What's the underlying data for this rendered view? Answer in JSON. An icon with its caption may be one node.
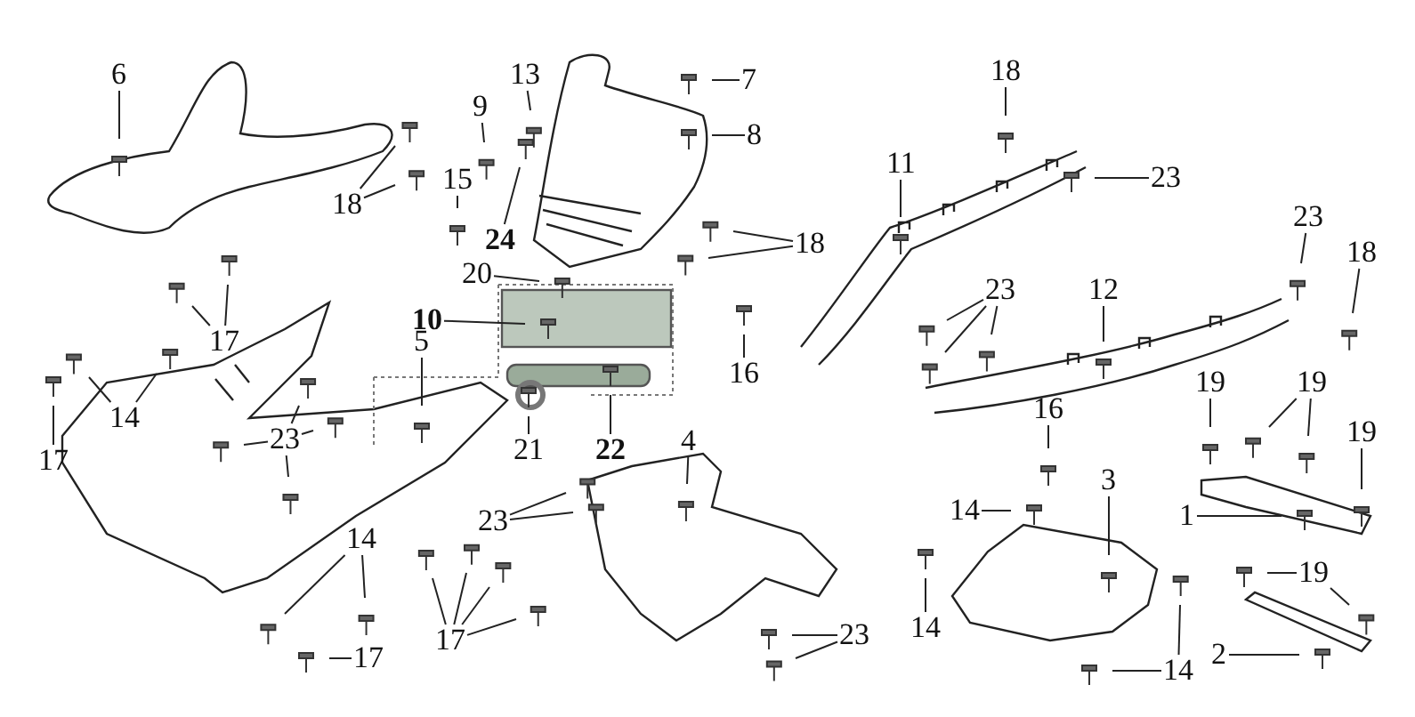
{
  "diagram": {
    "nodes": [
      {
        "text": [
          "13"
        ]
      },
      {
        "text": [
          "7"
        ]
      },
      {
        "text": [
          "18"
        ]
      },
      {
        "text": [
          "6"
        ]
      },
      {
        "text": [
          "9"
        ]
      },
      {
        "text": [
          "8"
        ]
      },
      {
        "text": [
          "15"
        ]
      },
      {
        "text": [
          "11"
        ]
      },
      {
        "text": [
          "23"
        ]
      },
      {
        "text": [
          "18"
        ]
      },
      {
        "text": [
          "24"
        ]
      },
      {
        "text": [
          "23"
        ]
      },
      {
        "text": [
          "18"
        ]
      },
      {
        "text": [
          "18"
        ]
      },
      {
        "text": [
          "20"
        ]
      },
      {
        "text": [
          "23"
        ]
      },
      {
        "text": [
          "12"
        ]
      },
      {
        "text": [
          "10"
        ]
      },
      {
        "text": [
          "17"
        ]
      },
      {
        "text": [
          "5"
        ]
      },
      {
        "text": [
          "16"
        ]
      },
      {
        "text": [
          "16"
        ]
      },
      {
        "text": [
          "19"
        ]
      },
      {
        "text": [
          "19"
        ]
      },
      {
        "text": [
          "14"
        ]
      },
      {
        "text": [
          "23"
        ]
      },
      {
        "text": [
          "17"
        ]
      },
      {
        "text": [
          "21"
        ]
      },
      {
        "text": [
          "22"
        ]
      },
      {
        "text": [
          "4"
        ]
      },
      {
        "text": [
          "14"
        ]
      },
      {
        "text": [
          "3"
        ]
      },
      {
        "text": [
          "19"
        ]
      },
      {
        "text": [
          "1"
        ]
      },
      {
        "text": [
          "23"
        ]
      },
      {
        "text": [
          "14"
        ]
      },
      {
        "text": [
          "19"
        ]
      },
      {
        "text": [
          "17"
        ]
      },
      {
        "text": [
          "23"
        ]
      },
      {
        "text": [
          "14"
        ]
      },
      {
        "text": [
          "14"
        ]
      },
      {
        "text": [
          "2"
        ]
      },
      {
        "text": [
          "17"
        ]
      }
    ],
    "edges": [
      {
        "from": 0,
        "to": null,
        "arrow": "none"
      },
      {
        "from": 1,
        "to": null,
        "arrow": "none"
      },
      {
        "from": 2,
        "to": null,
        "arrow": "none"
      },
      {
        "from": 3,
        "to": null,
        "arrow": "none"
      },
      {
        "from": 4,
        "to": null,
        "arrow": "none"
      },
      {
        "from": 5,
        "to": null,
        "arrow": "none"
      },
      {
        "from": 6,
        "to": null,
        "arrow": "none"
      },
      {
        "from": 7,
        "to": null,
        "arrow": "none"
      },
      {
        "from": 8,
        "to": null,
        "arrow": "none"
      },
      {
        "from": 9,
        "to": null,
        "arrow": "none"
      },
      {
        "from": 9,
        "to": null,
        "arrow": "none"
      },
      {
        "from": 10,
        "to": null,
        "arrow": "none"
      },
      {
        "from": 11,
        "to": null,
        "arrow": "none"
      },
      {
        "from": 12,
        "to": null,
        "arrow": "none"
      },
      {
        "from": 13,
        "to": null,
        "arrow": "none"
      },
      {
        "from": 13,
        "to": null,
        "arrow": "none"
      },
      {
        "from": 14,
        "to": null,
        "arrow": "none"
      },
      {
        "from": 15,
        "to": null,
        "arrow": "none"
      },
      {
        "from": 15,
        "to": null,
        "arrow": "none"
      },
      {
        "from": 15,
        "to": null,
        "arrow": "none"
      },
      {
        "from": 16,
        "to": null,
        "arrow": "none"
      },
      {
        "from": 17,
        "to": null,
        "arrow": "none"
      },
      {
        "from": 18,
        "to": null,
        "arrow": "none"
      },
      {
        "from": 18,
        "to": null,
        "arrow": "none"
      },
      {
        "from": 19,
        "to": null,
        "arrow": "none"
      },
      {
        "from": 20,
        "to": null,
        "arrow": "none"
      },
      {
        "from": 21,
        "to": null,
        "arrow": "none"
      },
      {
        "from": 22,
        "to": null,
        "arrow": "none"
      },
      {
        "from": 23,
        "to": null,
        "arrow": "none"
      },
      {
        "from": 23,
        "to": null,
        "arrow": "none"
      },
      {
        "from": 24,
        "to": null,
        "arrow": "none"
      },
      {
        "from": 24,
        "to": null,
        "arrow": "none"
      },
      {
        "from": 25,
        "to": null,
        "arrow": "none"
      },
      {
        "from": 25,
        "to": null,
        "arrow": "none"
      },
      {
        "from": 25,
        "to": null,
        "arrow": "none"
      },
      {
        "from": 25,
        "to": null,
        "arrow": "none"
      },
      {
        "from": 26,
        "to": null,
        "arrow": "none"
      },
      {
        "from": 27,
        "to": null,
        "arrow": "none"
      },
      {
        "from": 28,
        "to": null,
        "arrow": "none"
      },
      {
        "from": 29,
        "to": null,
        "arrow": "none"
      },
      {
        "from": 30,
        "to": null,
        "arrow": "none"
      },
      {
        "from": 31,
        "to": null,
        "arrow": "none"
      },
      {
        "from": 32,
        "to": null,
        "arrow": "none"
      },
      {
        "from": 33,
        "to": null,
        "arrow": "none"
      },
      {
        "from": 34,
        "to": null,
        "arrow": "none"
      },
      {
        "from": 34,
        "to": null,
        "arrow": "none"
      },
      {
        "from": 35,
        "to": null,
        "arrow": "none"
      },
      {
        "from": 35,
        "to": null,
        "arrow": "none"
      },
      {
        "from": 36,
        "to": null,
        "arrow": "none"
      },
      {
        "from": 36,
        "to": null,
        "arrow": "none"
      },
      {
        "from": 37,
        "to": null,
        "arrow": "none"
      },
      {
        "from": 37,
        "to": null,
        "arrow": "none"
      },
      {
        "from": 37,
        "to": null,
        "arrow": "none"
      },
      {
        "from": 37,
        "to": null,
        "arrow": "none"
      },
      {
        "from": 38,
        "to": null,
        "arrow": "none"
      },
      {
        "from": 38,
        "to": null,
        "arrow": "none"
      },
      {
        "from": 39,
        "to": null,
        "arrow": "none"
      },
      {
        "from": 40,
        "to": null,
        "arrow": "none"
      },
      {
        "from": 40,
        "to": null,
        "arrow": "none"
      },
      {
        "from": 41,
        "to": null,
        "arrow": "none"
      },
      {
        "from": 42,
        "to": null,
        "arrow": "none"
      }
    ]
  }
}
